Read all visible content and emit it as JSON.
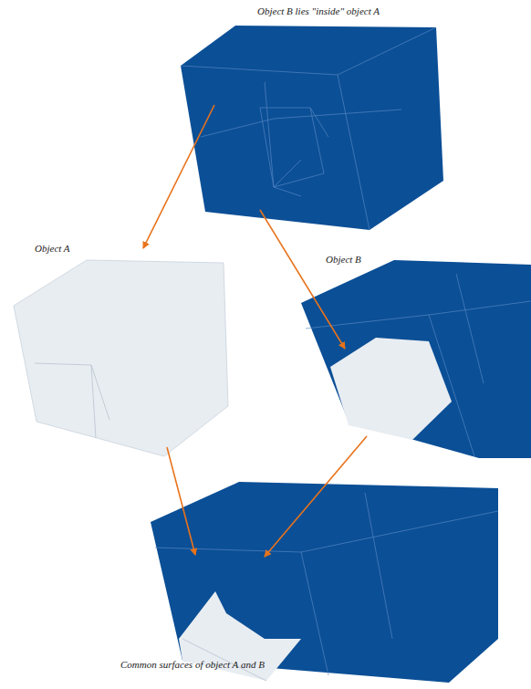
{
  "diagram": {
    "labels": [
      "Object B lies \"inside\" object A",
      "Object A",
      "Object B",
      "Common surfaces of object A and B"
    ]
  }
}
